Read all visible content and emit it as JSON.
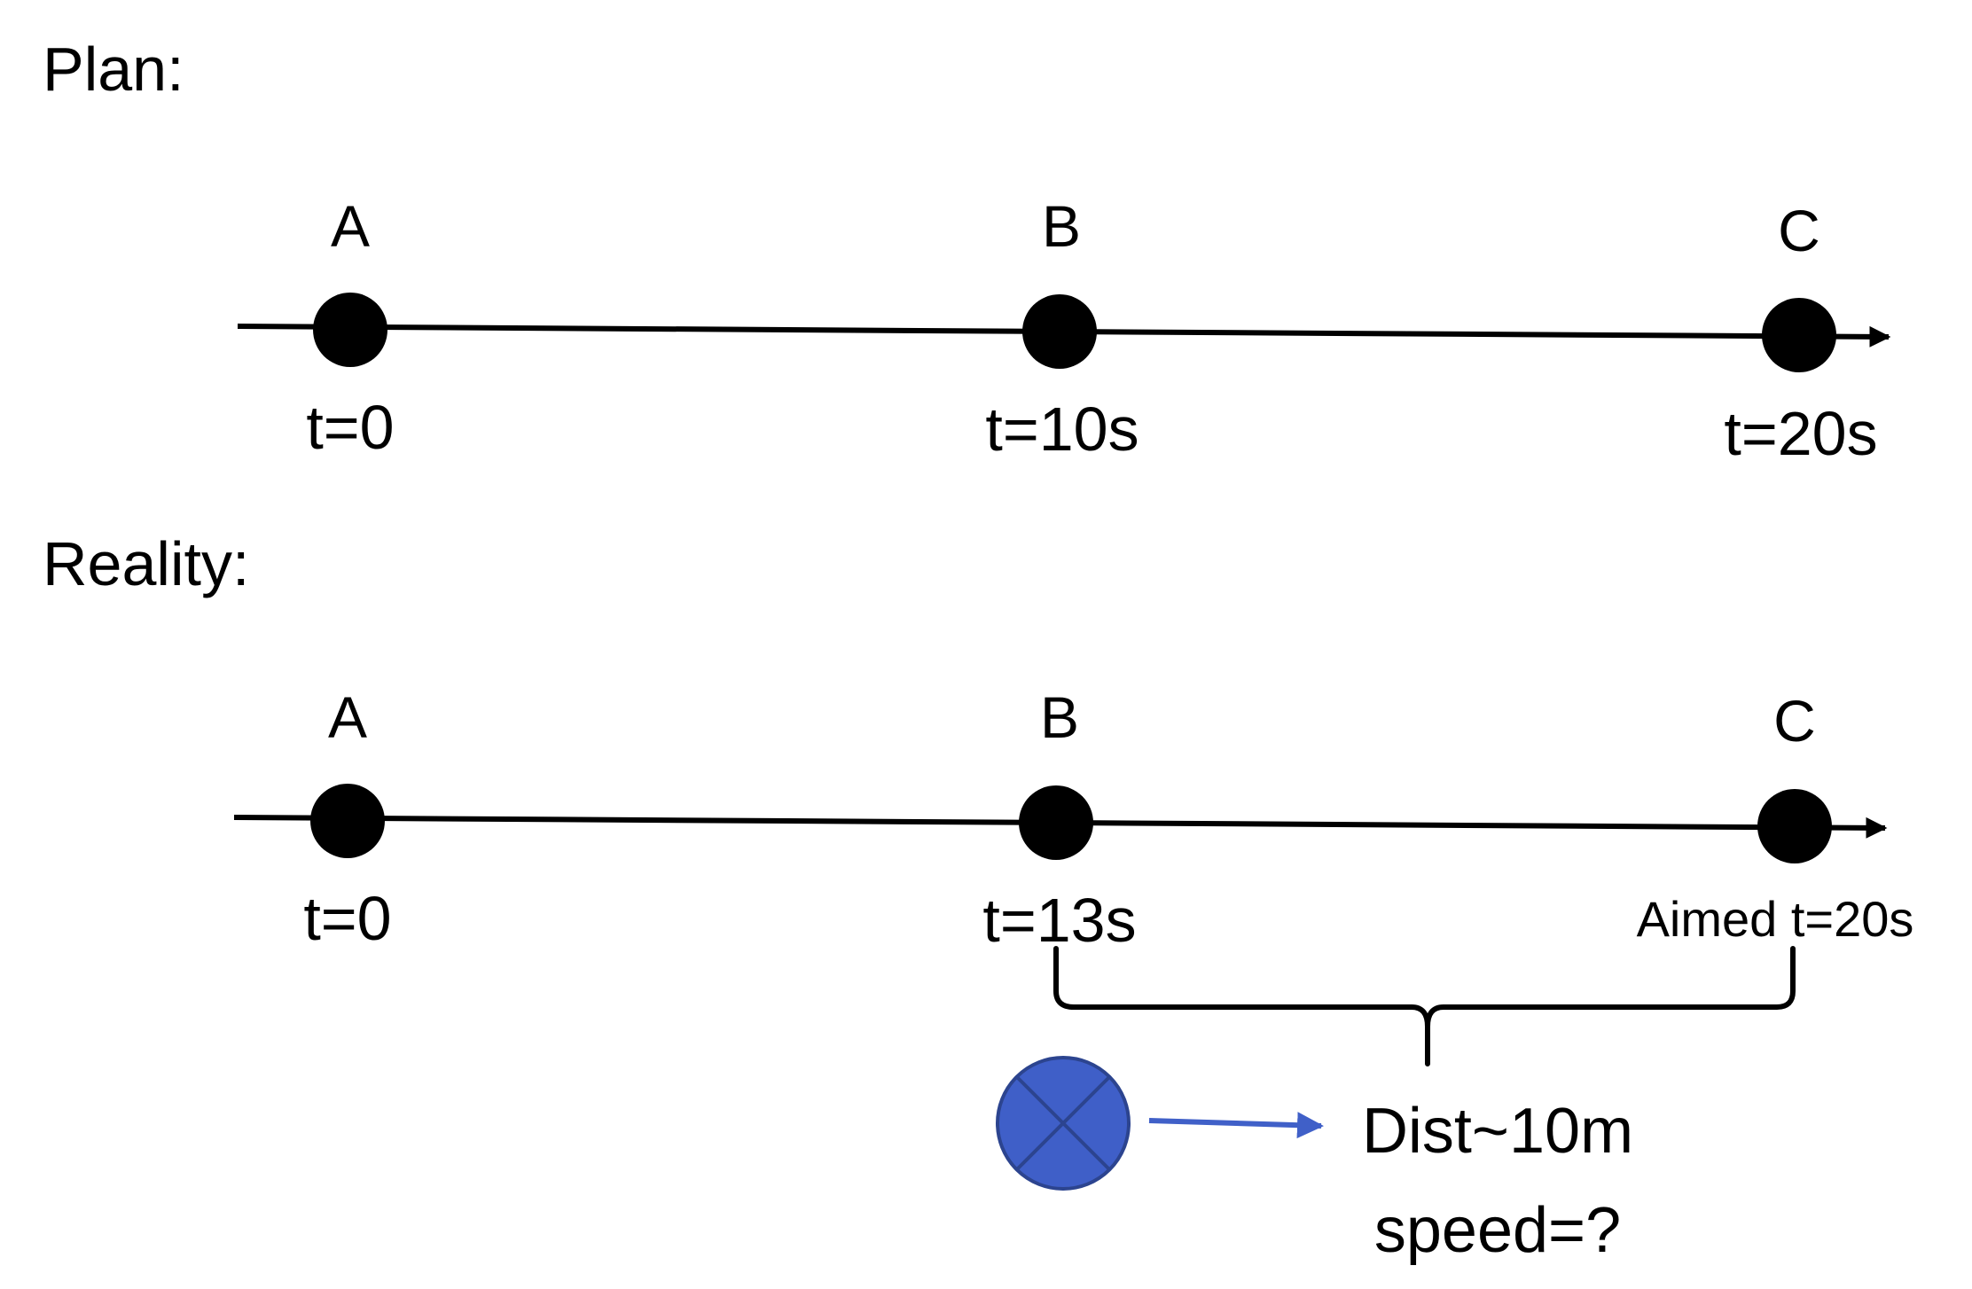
{
  "plan": {
    "title": "Plan:",
    "points": [
      {
        "name": "A",
        "time": "t=0"
      },
      {
        "name": "B",
        "time": "t=10s"
      },
      {
        "name": "C",
        "time": "t=20s"
      }
    ]
  },
  "reality": {
    "title": "Reality:",
    "points": [
      {
        "name": "A",
        "time": "t=0"
      },
      {
        "name": "B",
        "time": "t=13s"
      },
      {
        "name": "C",
        "time": "Aimed t=20s"
      }
    ]
  },
  "annotation": {
    "distance": "Dist~10m",
    "speed": "speed=?"
  },
  "colors": {
    "line": "#000000",
    "marker": "#000000",
    "object_fill": "#3f5fc8",
    "object_stroke": "#2c448f",
    "arrow": "#4060c8"
  },
  "icons": {
    "object": "crossed-circle-icon"
  }
}
